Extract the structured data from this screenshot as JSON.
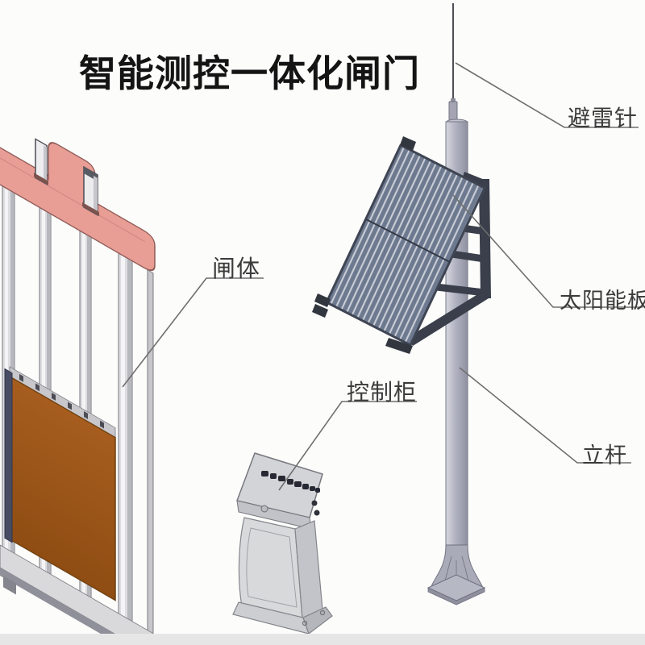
{
  "title": "智能测控一体化闸门",
  "labels": {
    "lightning_rod": "避雷针",
    "solar_panel": "太阳能板",
    "gate_body": "闸体",
    "control_cabinet": "控制柜",
    "pole": "立杆"
  },
  "colors": {
    "background": "#fcfcfb",
    "title_text": "#141414",
    "label_text": "#3b3b3b",
    "leader_line": "#6f6f6f",
    "gate_beam_pink": "#e89d95",
    "gate_leaf_brown": "#9c5517",
    "gate_rail_gray": "#dddde0",
    "solar_cell_blue": "#6d798f",
    "bracket_dark": "#3a3f4b",
    "pole_gray": "#b7b9c6",
    "cabinet_gray": "#d7d8da"
  }
}
